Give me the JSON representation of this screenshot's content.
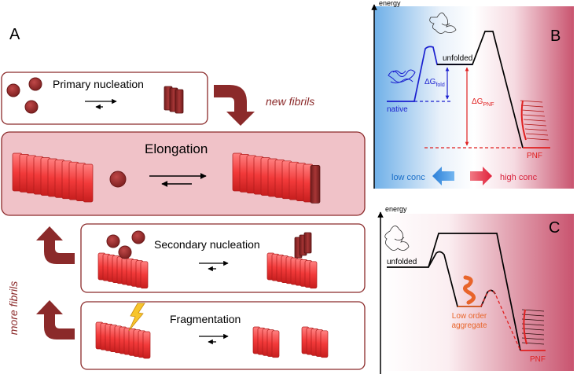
{
  "panel_a": {
    "letter": "A",
    "primary_nucleation": "Primary nucleation",
    "new_fibrils": "new fibrils",
    "elongation": "Elongation",
    "secondary_nucleation": "Secondary nucleation",
    "more_fibrils": "more fibrils",
    "fragmentation": "Fragmentation"
  },
  "panel_b": {
    "letter": "B",
    "energy_axis": "energy",
    "unfolded": "unfolded",
    "native": "native",
    "dg_fold_main": "ΔG",
    "dg_fold_sub": "fold",
    "dg_pnf_main": "ΔG",
    "dg_pnf_sub": "PNF",
    "pnf": "PNF",
    "low_conc": "low conc",
    "high_conc": "high conc"
  },
  "panel_c": {
    "letter": "C",
    "energy_axis": "energy",
    "unfolded": "unfolded",
    "low_order_line1": "Low order",
    "low_order_line2": "aggregate",
    "pnf": "PNF"
  },
  "colors": {
    "dark_red": "#8b2a2a",
    "fibril_red": "#e83a3a",
    "native_blue": "#1a1fcf",
    "pnf_red": "#e02020",
    "aggregate_orange": "#e8642a",
    "box_pink": "#f0c2c8"
  }
}
